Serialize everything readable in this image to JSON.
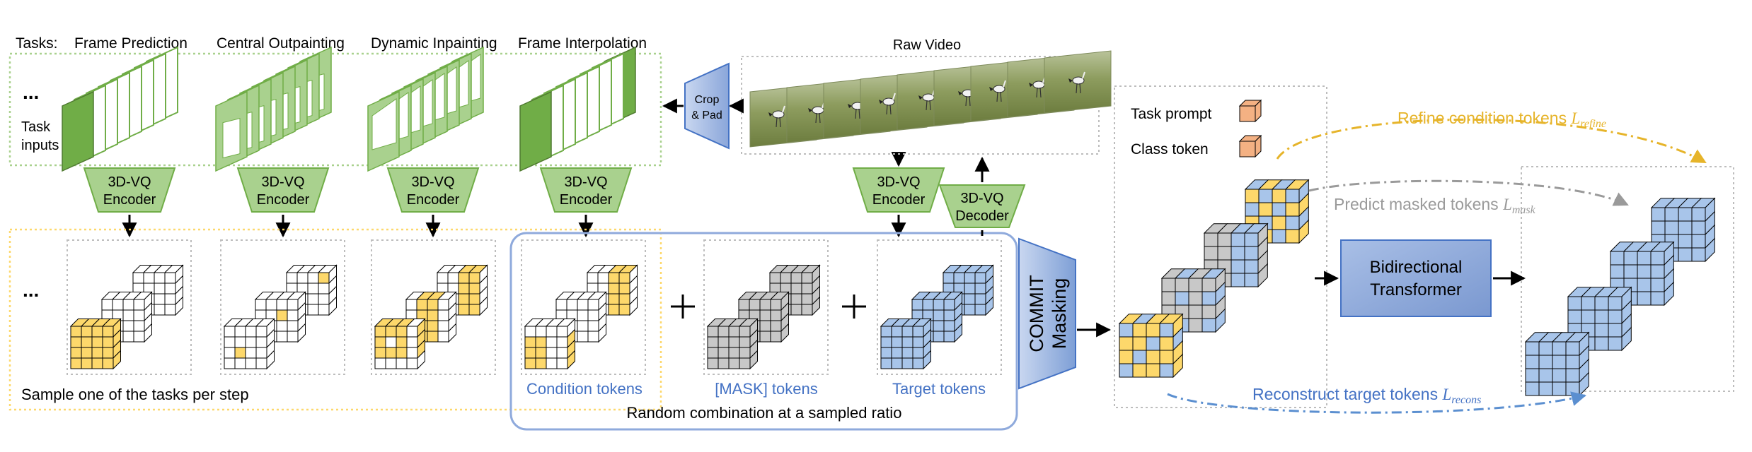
{
  "tasks": {
    "prefix": "Tasks:",
    "names": [
      "Frame Prediction",
      "Central Outpainting",
      "Dynamic Inpainting",
      "Frame Interpolation"
    ],
    "ellipsis": "...",
    "inputs_label": [
      "Task",
      "inputs"
    ]
  },
  "encoder": {
    "line1": "3D-VQ",
    "line2": "Encoder"
  },
  "decoder": {
    "line1": "3D-VQ",
    "line2": "Decoder"
  },
  "crop_pad": {
    "line1": "Crop",
    "line2": "& Pad"
  },
  "raw_video": {
    "title": "Raw Video"
  },
  "sample_caption": "Sample one of the tasks per step",
  "tokens": {
    "condition": "Condition tokens",
    "mask": "[MASK] tokens",
    "target": "Target tokens",
    "combination": "Random combination at a sampled ratio"
  },
  "commit": {
    "line1": "COMMIT",
    "line2": "Masking"
  },
  "legend": {
    "task_prompt": "Task prompt",
    "class_token": "Class token"
  },
  "transformer": {
    "line1": "Bidirectional",
    "line2": "Transformer"
  },
  "losses": {
    "refine": {
      "text": "Refine condition tokens",
      "sym": "L",
      "sub": "refine"
    },
    "mask": {
      "text": "Predict masked tokens",
      "sym": "L",
      "sub": "mask"
    },
    "recons": {
      "text": "Reconstruct target tokens",
      "sym": "L",
      "sub": "recons"
    }
  },
  "colors": {
    "green_fill": "#a9d18e",
    "green_dark": "#70ad47",
    "yellow_token": "#fdd86b",
    "blue_token": "#a8c5ea",
    "gray_token": "#c8c8c8",
    "accent_blue": "#4472c4",
    "refine_color": "#e6b42a",
    "mask_color": "#9a9a9a",
    "recons_color": "#5b8fd0",
    "transformer_fill": "#8faadc",
    "commit_fill": "#8faadc",
    "prompt_fill": "#f4b183"
  }
}
